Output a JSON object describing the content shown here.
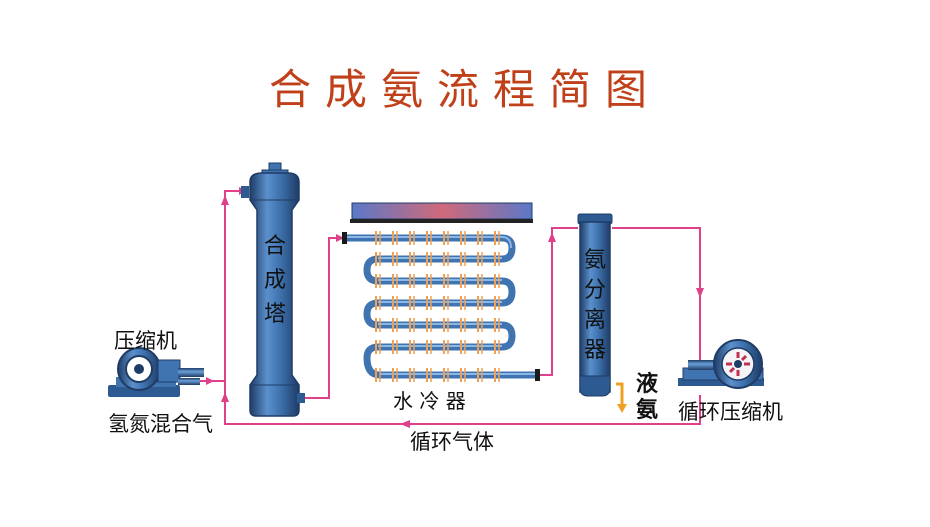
{
  "title": "合成氨流程简图",
  "labels": {
    "compressor": "压缩机",
    "feed_gas": "氢氮混合气",
    "synthesis_tower": "合成塔",
    "water_cooler": "水 冷 器",
    "separator": "氨分离器",
    "liquid_ammonia": "液氨",
    "recycle_compressor": "循环压缩机",
    "recycle_gas": "循环气体"
  },
  "colors": {
    "title": "#c0401a",
    "pipe": "#e0408a",
    "vessel": "#3f74b0",
    "vessel_dark": "#1f3c66",
    "liquid_arrow": "#f0a020",
    "coil": "#4a82c2",
    "fin": "#f0a050"
  }
}
